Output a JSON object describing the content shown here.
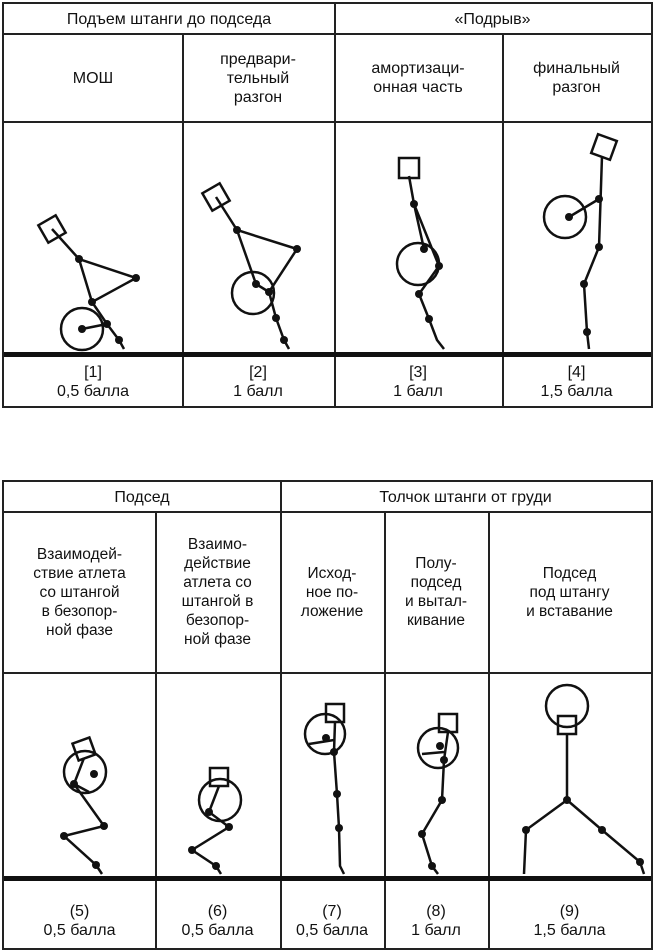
{
  "table1": {
    "group_headers": [
      "Подъем штанги до подседа",
      "«Подрыв»"
    ],
    "phases": [
      "МОШ",
      "предвари-\nтельный\nразгон",
      "амортизаци-\nонная часть",
      "финальный\nразгон"
    ],
    "footers": [
      {
        "num": "[1]",
        "score": "0,5 балла"
      },
      {
        "num": "[2]",
        "score": "1 балл"
      },
      {
        "num": "[3]",
        "score": "1 балл"
      },
      {
        "num": "[4]",
        "score": "1,5 балла"
      }
    ]
  },
  "table2": {
    "group_headers": [
      "Подсед",
      "Толчок штанги от груди"
    ],
    "phases": [
      "Взаимодей-\nствие атлета\nсо штангой\nв безопор-\nной фазе",
      "Взаимо-\nдействие\nатлета со\nштангой в\nбезопор-\nной фазе",
      "Исход-\nное по-\nложение",
      "Полу-\nподсед\nи вытал-\nкивание",
      "Подсед\nпод штангу\nи вставание"
    ],
    "footers": [
      {
        "num": "(5)",
        "score": "0,5 балла"
      },
      {
        "num": "(6)",
        "score": "0,5 балла"
      },
      {
        "num": "(7)",
        "score": "0,5 балла"
      },
      {
        "num": "(8)",
        "score": "1 балл"
      },
      {
        "num": "(9)",
        "score": "1,5 балла"
      }
    ]
  }
}
